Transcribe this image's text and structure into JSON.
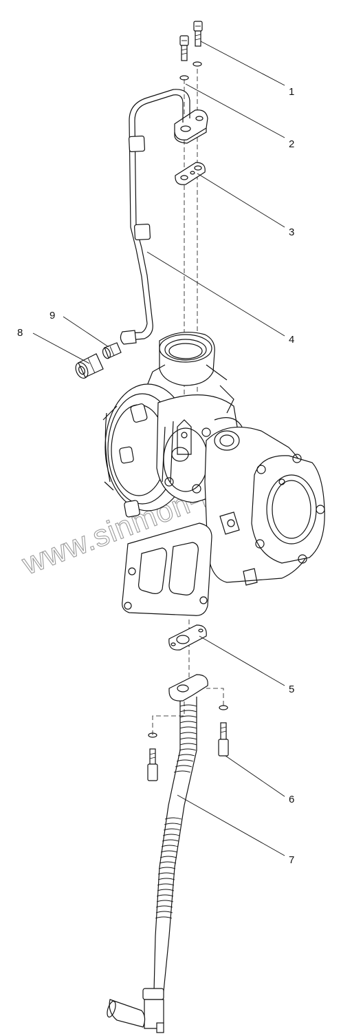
{
  "callouts": [
    {
      "id": "1",
      "label": "1"
    },
    {
      "id": "2",
      "label": "2"
    },
    {
      "id": "3",
      "label": "3"
    },
    {
      "id": "4",
      "label": "4"
    },
    {
      "id": "5",
      "label": "5"
    },
    {
      "id": "6",
      "label": "6"
    },
    {
      "id": "7",
      "label": "7"
    },
    {
      "id": "8",
      "label": "8"
    },
    {
      "id": "9",
      "label": "9"
    }
  ],
  "watermark": "www.sinmon-fo.cz",
  "colors": {
    "line": "#111111",
    "watermark": "#9a9a9a",
    "background": "#ffffff"
  }
}
